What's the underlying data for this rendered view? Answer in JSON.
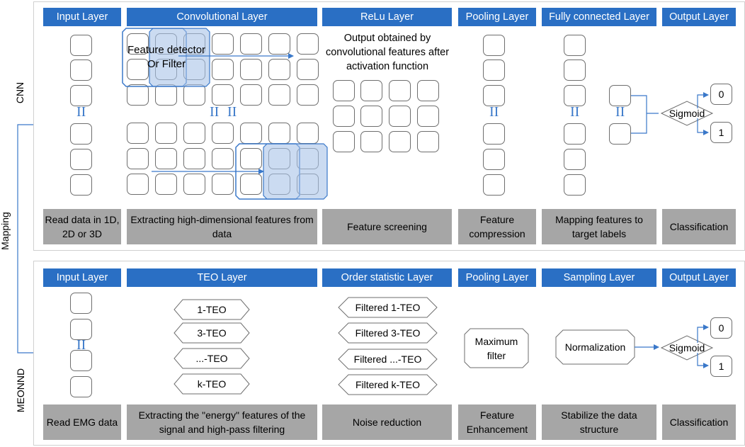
{
  "side_labels": {
    "top": "CNN",
    "bottom": "MEONND",
    "mapping": "Mapping"
  },
  "cnn": {
    "headers": [
      "Input Layer",
      "Convolutional Layer",
      "ReLu Layer",
      "Pooling Layer",
      "Fully connected Layer",
      "Output Layer"
    ],
    "footers": [
      "Read data in 1D, 2D or 3D",
      "Extracting high-dimensional features from data",
      "Feature screening",
      "Feature compression",
      "Mapping features to target labels",
      "Classification"
    ],
    "filter_label": "Feature detector Or Filter",
    "relu_text": "Output obtained by convolutional features after activation function",
    "sigmoid": "Sigmoid",
    "outputs": [
      "0",
      "1"
    ]
  },
  "meonnd": {
    "headers": [
      "Input Layer",
      "TEO Layer",
      "Order statistic Layer",
      "Pooling Layer",
      "Sampling Layer",
      "Output Layer"
    ],
    "footers": [
      "Read EMG data",
      "Extracting the \"energy\" features of the signal and high-pass filtering",
      "Noise reduction",
      "Feature Enhancement",
      "Stabilize the data structure",
      "Classification"
    ],
    "teo_items": [
      "1-TEO",
      "3-TEO",
      "...-TEO",
      "k-TEO"
    ],
    "filtered_items": [
      "Filtered 1-TEO",
      "Filtered 3-TEO",
      "Filtered ...-TEO",
      "Filtered k-TEO"
    ],
    "pooling_box": "Maximum filter",
    "sampling_box": "Normalization",
    "sigmoid": "Sigmoid",
    "outputs": [
      "0",
      "1"
    ]
  },
  "colors": {
    "header_blue": "#2a6fc4",
    "footer_gray": "#a6a6a6",
    "accent_line": "#3a78c9",
    "filter_fill": "#a9c3e8"
  }
}
